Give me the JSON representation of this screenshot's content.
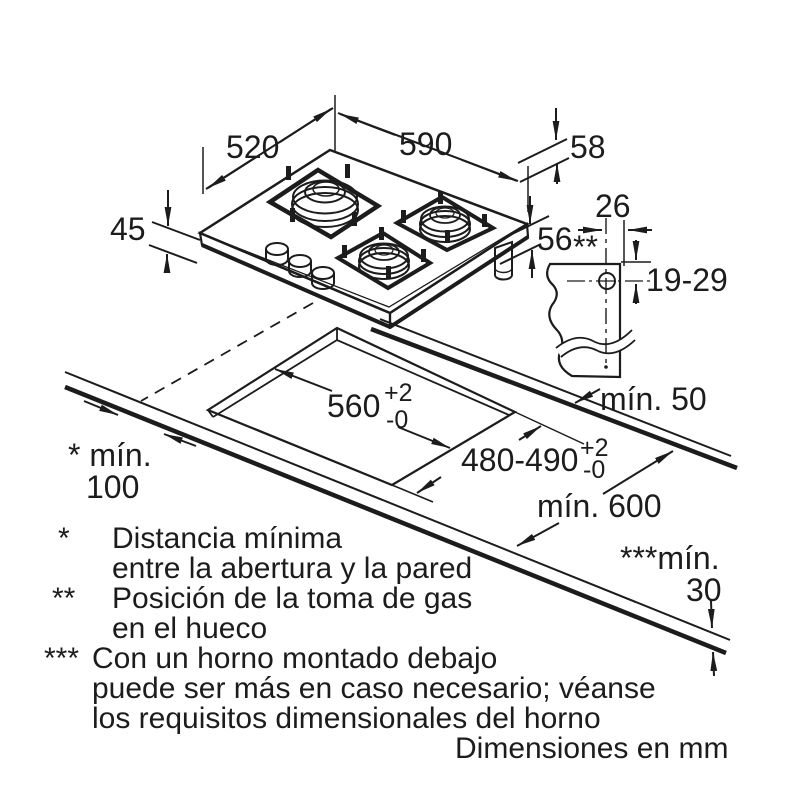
{
  "title": "Gas hob installation dimensions drawing",
  "units_note": "Dimensiones en mm",
  "dimensions": {
    "hob_depth": "520",
    "hob_width": "590",
    "hob_edge_height": "58",
    "hob_height": "45",
    "gas_inlet_offset": "26",
    "gas_inlet_drop": "56",
    "gas_inlet_marker": "**",
    "gas_inlet_range": "19-29",
    "min_right_clearance": "mín. 50",
    "cutout_width": "560",
    "cutout_width_tol_up": "+2",
    "cutout_width_tol_down": "-0",
    "cutout_depth": "480-490",
    "cutout_depth_tol_up": "+2",
    "cutout_depth_tol_down": "-0",
    "min_worktop_depth": "mín. 600",
    "min_wall_marker": "* mín.",
    "min_wall_value": "100",
    "min_below_marker": "***mín.",
    "min_below_value": "30"
  },
  "footnotes": [
    {
      "marker": "*",
      "lines": [
        "Distancia mínima",
        "entre la abertura y la pared"
      ]
    },
    {
      "marker": "**",
      "lines": [
        "Posición de la toma de gas",
        "en el hueco"
      ]
    },
    {
      "marker": "***",
      "lines": [
        "Con un horno montado debajo",
        "puede ser más en caso necesario; véanse",
        "los requisitos dimensionales del horno"
      ]
    }
  ],
  "colors": {
    "line": "#1c1c1c",
    "burner_ring": "#b5b5b5",
    "burner_cap": "#d3d3d3",
    "burner_center": "#bfbfbf"
  }
}
